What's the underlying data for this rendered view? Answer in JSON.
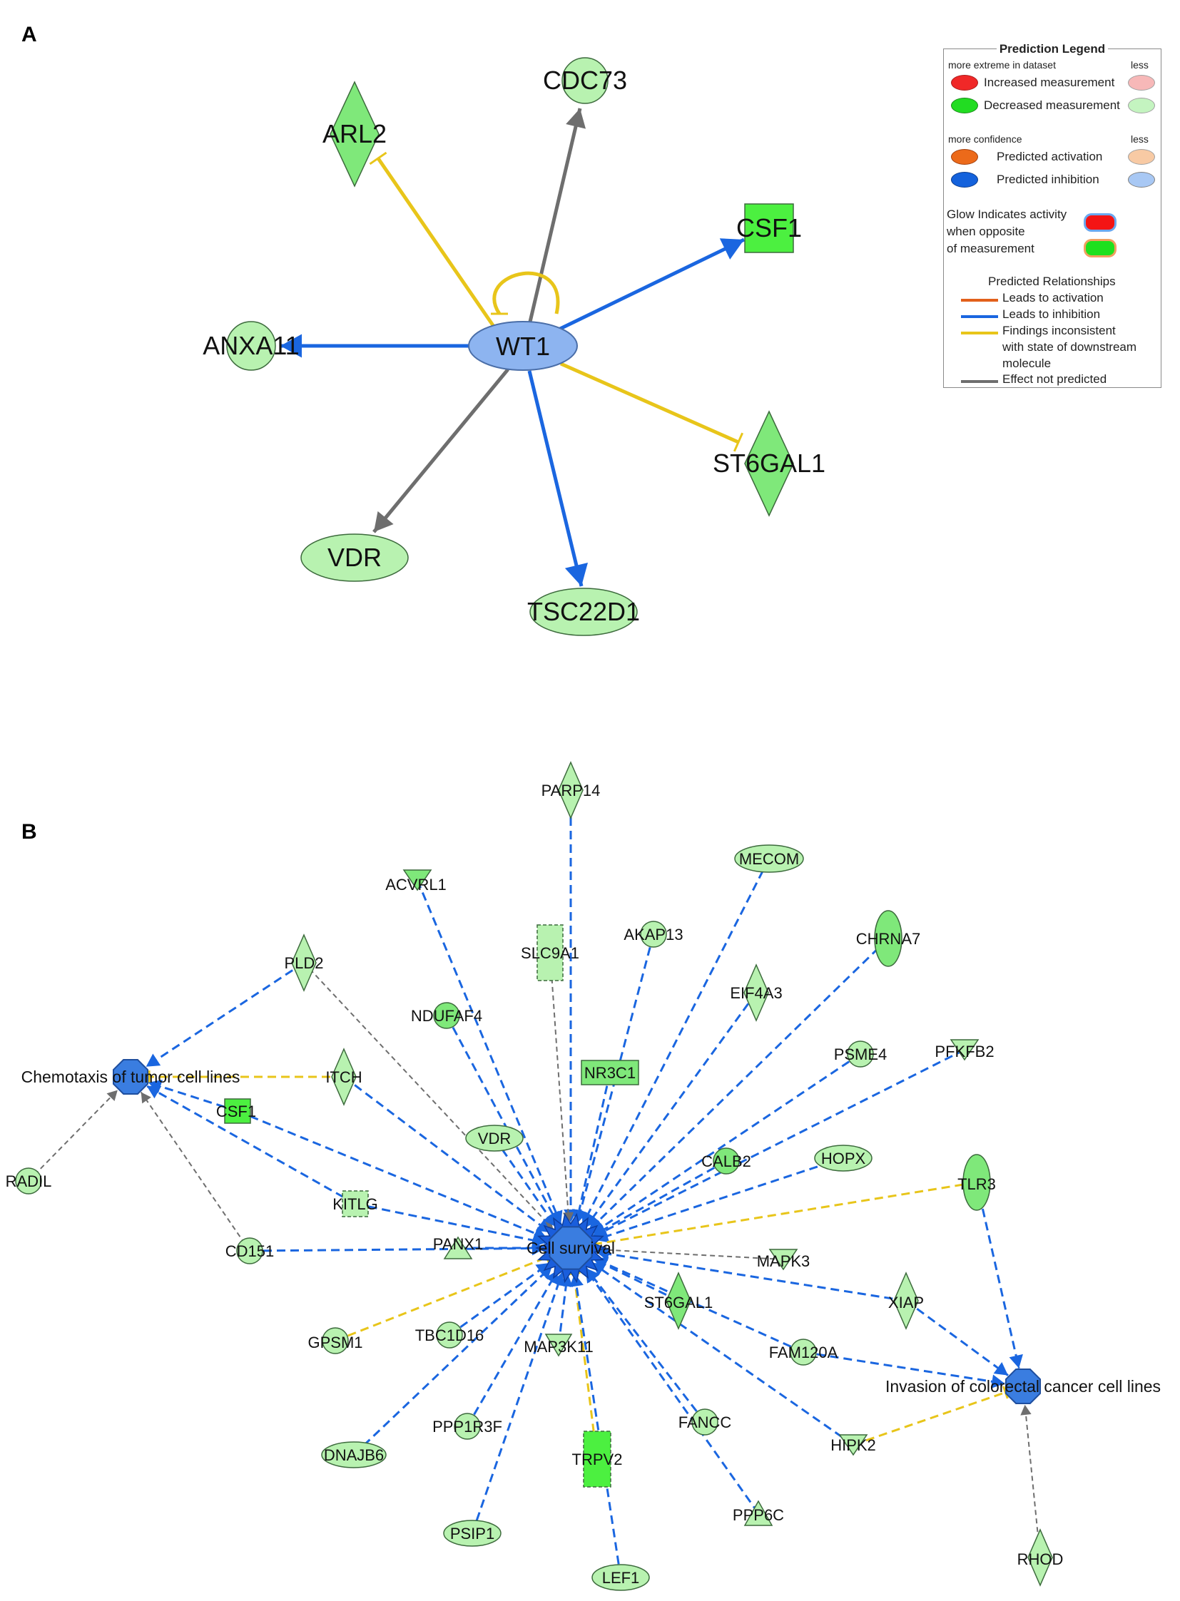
{
  "panels": {
    "a_letter": "A",
    "b_letter": "B"
  },
  "colors": {
    "inhibition_edge": "#1a66e0",
    "inconsistent_edge": "#e8c51a",
    "not_predicted_edge": "#6e6e6e",
    "activation_edge": "#e2601b",
    "light_green_node": "#b8f2b0",
    "mid_green_node": "#7fe87a",
    "bright_green_node": "#4cf040",
    "predicted_inhibition_node": "#8db4f0",
    "function_node": "#3a7de0"
  },
  "legend": {
    "title": "Prediction Legend",
    "more_extreme": "more extreme in dataset",
    "less_1": "less",
    "increased": "Increased measurement",
    "decreased": "Decreased measurement",
    "more_confidence": "more confidence",
    "less_2": "less",
    "pred_activation": "Predicted activation",
    "pred_inhibition": "Predicted inhibition",
    "glow_1": "Glow Indicates activity",
    "glow_2": "when opposite",
    "glow_3": "of measurement",
    "relationships_title": "Predicted Relationships",
    "rel_activation": "Leads to activation",
    "rel_inhibition": "Leads to inhibition",
    "rel_inconsistent_1": "Findings inconsistent",
    "rel_inconsistent_2": "with state of downstream",
    "rel_inconsistent_3": "molecule",
    "rel_not_predicted": "Effect not predicted"
  },
  "panel_a": {
    "hub": {
      "label": "WT1",
      "state": "predicted inhibition"
    },
    "nodes": [
      {
        "label": "CDC73",
        "shape": "circle",
        "edge": "not_predicted"
      },
      {
        "label": "ARL2",
        "shape": "diamond",
        "edge": "inconsistent"
      },
      {
        "label": "CSF1",
        "shape": "square",
        "edge": "inhibition"
      },
      {
        "label": "ANXA11",
        "shape": "circle",
        "edge": "inhibition"
      },
      {
        "label": "ST6GAL1",
        "shape": "diamond",
        "edge": "inconsistent"
      },
      {
        "label": "VDR",
        "shape": "ellipse",
        "edge": "not_predicted"
      },
      {
        "label": "TSC22D1",
        "shape": "ellipse",
        "edge": "inhibition"
      }
    ]
  },
  "panel_b": {
    "functions": {
      "chemotaxis": "Chemotaxis of tumor cell lines",
      "cell_survival": "Cell survival",
      "invasion": "Invasion of colorectal cancer cell lines"
    },
    "nodes": [
      {
        "label": "PARP14",
        "shape": "diamond"
      },
      {
        "label": "MECOM",
        "shape": "ellipse"
      },
      {
        "label": "ACVRL1",
        "shape": "triangle-down"
      },
      {
        "label": "AKAP13",
        "shape": "circle"
      },
      {
        "label": "SLC9A1",
        "shape": "square-dashed"
      },
      {
        "label": "CHRNA7",
        "shape": "ellipse-tall"
      },
      {
        "label": "PLD2",
        "shape": "diamond"
      },
      {
        "label": "EIF4A3",
        "shape": "diamond"
      },
      {
        "label": "NDUFAF4",
        "shape": "circle"
      },
      {
        "label": "NR3C1",
        "shape": "rect"
      },
      {
        "label": "PSME4",
        "shape": "circle"
      },
      {
        "label": "PFKFB2",
        "shape": "triangle-down"
      },
      {
        "label": "ITCH",
        "shape": "diamond"
      },
      {
        "label": "CSF1",
        "shape": "square"
      },
      {
        "label": "VDR",
        "shape": "ellipse"
      },
      {
        "label": "CALB2",
        "shape": "circle"
      },
      {
        "label": "HOPX",
        "shape": "ellipse"
      },
      {
        "label": "RADIL",
        "shape": "circle"
      },
      {
        "label": "TLR3",
        "shape": "ellipse-tall"
      },
      {
        "label": "KITLG",
        "shape": "square-dashed"
      },
      {
        "label": "CD151",
        "shape": "circle"
      },
      {
        "label": "PANX1",
        "shape": "triangle-up"
      },
      {
        "label": "MAPK3",
        "shape": "triangle-down"
      },
      {
        "label": "ST6GAL1",
        "shape": "diamond"
      },
      {
        "label": "XIAP",
        "shape": "diamond"
      },
      {
        "label": "GPSM1",
        "shape": "circle"
      },
      {
        "label": "TBC1D16",
        "shape": "circle"
      },
      {
        "label": "MAP3K11",
        "shape": "triangle-down"
      },
      {
        "label": "FAM120A",
        "shape": "circle"
      },
      {
        "label": "PPP1R3F",
        "shape": "circle"
      },
      {
        "label": "FANCC",
        "shape": "circle"
      },
      {
        "label": "DNAJB6",
        "shape": "ellipse"
      },
      {
        "label": "TRPV2",
        "shape": "rect-dashed"
      },
      {
        "label": "HIPK2",
        "shape": "triangle-down"
      },
      {
        "label": "PPP6C",
        "shape": "triangle-up"
      },
      {
        "label": "PSIP1",
        "shape": "ellipse"
      },
      {
        "label": "LEF1",
        "shape": "ellipse"
      },
      {
        "label": "RHOD",
        "shape": "diamond"
      }
    ]
  }
}
